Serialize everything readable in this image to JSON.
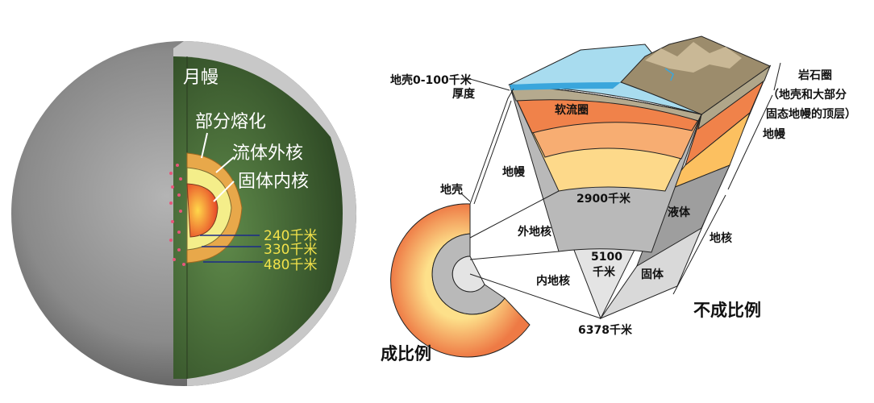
{
  "moon": {
    "labels": {
      "mantle": "月幔",
      "partial_melt": "部分熔化",
      "fluid_outer_core": "流体外核",
      "solid_inner_core": "固体内核",
      "r240": "240千米",
      "r330": "330千米",
      "r480": "480千米"
    }
  },
  "earth": {
    "labels": {
      "crust_thickness_1": "地壳0-100千米",
      "crust_thickness_2": "厚度",
      "asthenosphere": "软流圈",
      "mantle_left": "地幔",
      "crust": "地壳",
      "depth_2900": "2900千米",
      "liquid": "液体",
      "outer_core": "外地核",
      "depth_5100_a": "5100",
      "depth_5100_b": "千米",
      "inner_core": "内地核",
      "solid": "固体",
      "depth_6378": "6378千米",
      "not_to_scale": "不成比例",
      "to_scale": "成比例",
      "lithosphere_1": "岩石圈",
      "lithosphere_2": "（地壳和大部分",
      "lithosphere_3": "固态地幔的顶层）",
      "mantle_right": "地幔",
      "core_right": "地核"
    }
  },
  "colors": {
    "moon_green": "#3d5a30",
    "asthenosphere": "#f0824a",
    "mantle_mid": "#f7ad72",
    "mantle_low": "#fdd98a",
    "outer_core": "#b9b9b9",
    "inner_core": "#e4e4e4"
  }
}
